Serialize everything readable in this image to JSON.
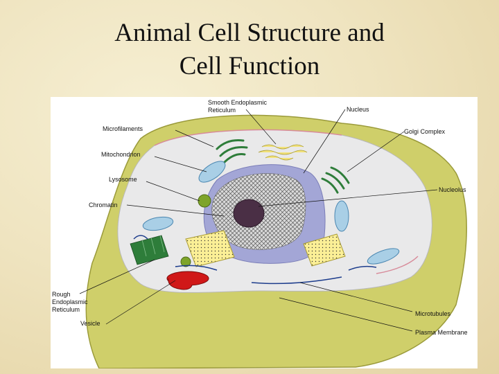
{
  "slide": {
    "title_line1": "Animal Cell Structure and",
    "title_line2": "Cell Function"
  },
  "diagram": {
    "labels": {
      "smooth_er_line1": "Smooth Endoplasmic",
      "smooth_er_line2": "Reticulum",
      "nucleus": "Nucleus",
      "golgi": "Golgi Complex",
      "microfilaments": "Microfilaments",
      "mitochondrion": "Mitochondrion",
      "lysosome": "Lysosome",
      "chromatin": "Chromatin",
      "nucleolus": "Nucleolus",
      "rough_er_line1": "Rough",
      "rough_er_line2": "Endoplasmic",
      "rough_er_line3": "Reticulum",
      "vesicle": "Vesicle",
      "microtubules": "Microtubules",
      "plasma_membrane": "Plasma Membrane"
    },
    "colors": {
      "membrane": "#cfcf6a",
      "cytoplasm": "#e9e9ea",
      "nucleus": "#a3a6d6",
      "nucleolus": "#4a2f45",
      "mitochondrion": "#a9cfe6",
      "golgi": "#2e7d3a",
      "smooth_er": "#f2e27a",
      "rough_er": "#2e7d3a",
      "vesicle": "#d01818",
      "lysosome": "#7ea42a"
    }
  }
}
